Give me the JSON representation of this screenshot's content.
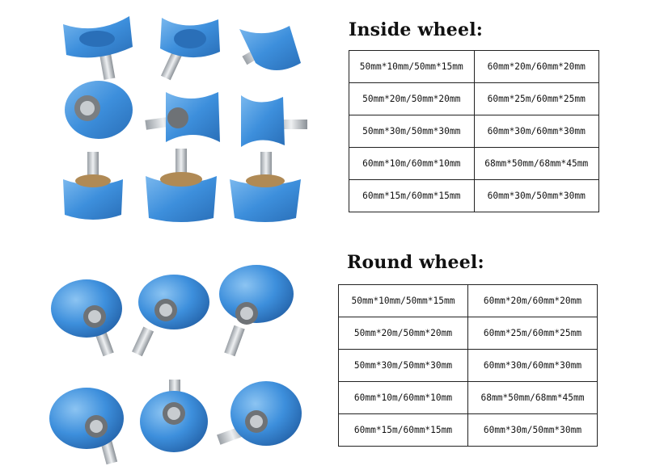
{
  "sections": {
    "inside": {
      "title": "Inside wheel:",
      "rows": [
        [
          "50mm*10mm/50mm*15mm",
          "60mm*20m/60mm*20mm"
        ],
        [
          "50mm*20m/50mm*20mm",
          "60mm*25m/60mm*25mm"
        ],
        [
          "50mm*30m/50mm*30mm",
          "60mm*30m/60mm*30mm"
        ],
        [
          "60mm*10m/60mm*10mm",
          "68mm*50mm/68mm*45mm"
        ],
        [
          "60mm*15m/60mm*15mm",
          "60mm*30m/50mm*30mm"
        ]
      ]
    },
    "round": {
      "title": "Round wheel:",
      "rows": [
        [
          "50mm*10mm/50mm*15mm",
          "60mm*20m/60mm*20mm"
        ],
        [
          "50mm*20m/50mm*20mm",
          "60mm*25m/60mm*25mm"
        ],
        [
          "50mm*30m/50mm*30mm",
          "60mm*30m/60mm*30mm"
        ],
        [
          "60mm*10m/60mm*10mm",
          "68mm*50mm/68mm*45mm"
        ],
        [
          "60mm*15m/60mm*15mm",
          "60mm*30m/50mm*30mm"
        ]
      ]
    }
  },
  "colors": {
    "wheel_blue": "#3d8fdc",
    "wheel_dark": "#2a6fb8",
    "wheel_light": "#7ab8ee",
    "steel": "#c8ccd0",
    "bearing_brass": "#b08a55"
  },
  "icons": [
    "inside-wheel-photo",
    "round-wheel-photo"
  ]
}
